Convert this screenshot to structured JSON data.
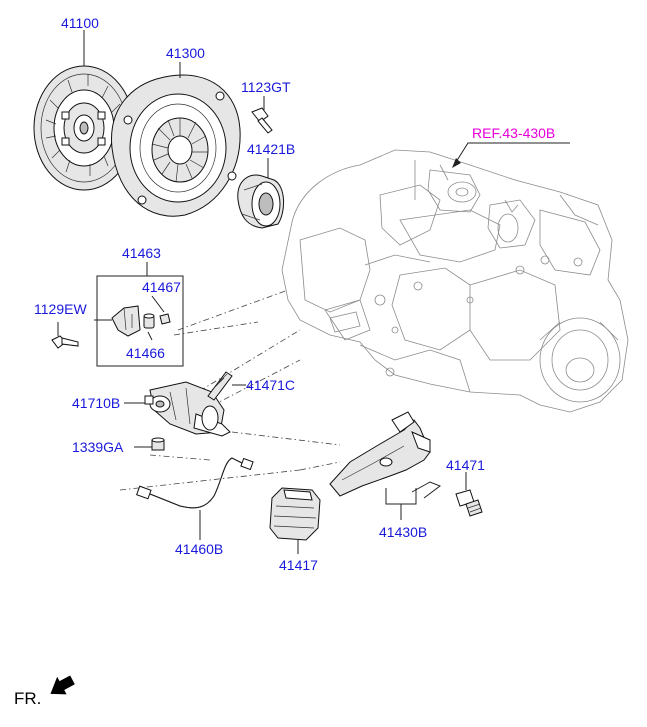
{
  "labels": {
    "p41100": "41100",
    "p41300": "41300",
    "p1123GT": "1123GT",
    "pREF": "REF.43-430B",
    "p41421B": "41421B",
    "p41463": "41463",
    "p1129EW": "1129EW",
    "p41467": "41467",
    "p41466": "41466",
    "p41710B": "41710B",
    "p41471C": "41471C",
    "p1339GA": "1339GA",
    "p41460B": "41460B",
    "p41417": "41417",
    "p41430B": "41430B",
    "p41471": "41471",
    "fr": "FR."
  },
  "colors": {
    "part_number": "#1a1adc",
    "reference": "#e600d8",
    "line_art": "#222222"
  },
  "icons": {
    "direction": "fr-arrow-icon"
  }
}
